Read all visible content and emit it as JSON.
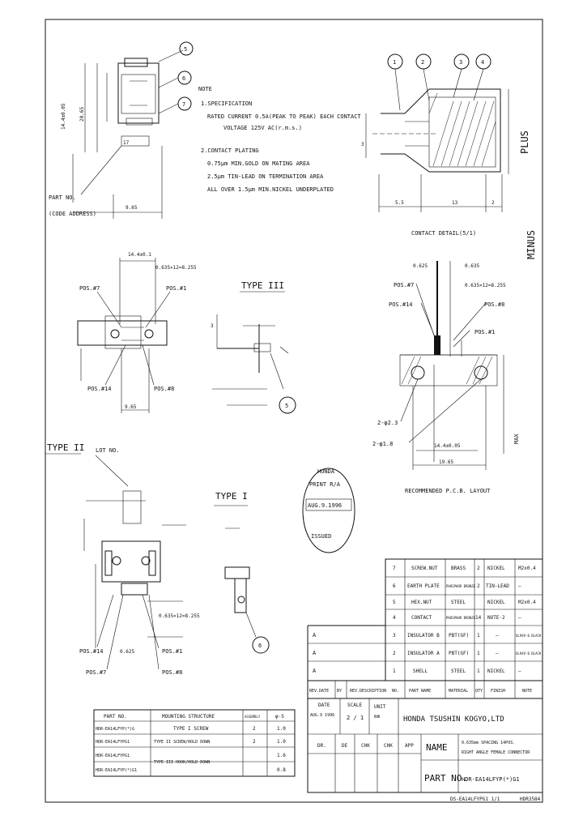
{
  "drawing": {
    "note": {
      "title": "NOTE",
      "lines": [
        "1.SPECIFICATION",
        "RATED CURRENT 0.5A(PEAK TO PEAK) EACH CONTACT",
        "VOLTAGE 125V AC(r.m.s.)",
        "2.CONTACT PLATING",
        "0.75μm MIN.GOLD ON MATING AREA",
        "2.5μm TIN-LEAD ON TERMINATION AREA",
        "ALL OVER 1.5μm MIN.NICKEL UNDERPLATED"
      ]
    },
    "part_no_callout": [
      "PART NO.",
      "(CODE ADDRESS)"
    ],
    "lot_no": "LOT NO.",
    "type_labels": [
      "TYPE III",
      "TYPE II",
      "TYPE I"
    ],
    "contact_detail": "CONTACT DETAIL(5/1)",
    "pcb_layout": "RECOMMENDED P.C.B. LAYOUT",
    "plus": "PLUS",
    "minus": "MINUS",
    "max": "MAX",
    "balloons": [
      "1",
      "2",
      "3",
      "4",
      "5",
      "6",
      "7"
    ],
    "pos_labels": [
      "POS.#7",
      "POS.#1",
      "POS.#14",
      "POS.#8"
    ],
    "pos_labels_pcb": [
      "POS.#7",
      "POS.#14",
      "POS.#8",
      "POS.#1"
    ],
    "holes": [
      "2-φ2.3",
      "2-φ1.8"
    ],
    "dims": {
      "d_3": "3",
      "d_5_5": "5.5",
      "d_13": "13",
      "d_2": "2",
      "d_0625": "0.625",
      "d_0635": "0.635",
      "d_formula": "0.635×12=8.255",
      "d_14a": "14.4±0.1",
      "d_14b": "14.4±0.05",
      "d_pitch": "0.635×12=8.255",
      "d_19": "19.65",
      "d_20": "20.65",
      "d_9_6": "9.65",
      "d_17": "17"
    },
    "stamp": {
      "line1": "HONDA",
      "line2": "PRINT R/A",
      "date": "AUG.9.1996",
      "issued": "ISSUED"
    }
  },
  "bom": {
    "rows": [
      {
        "no": "7",
        "name": "SCREW.NUT",
        "material": "BRASS",
        "qty": "2",
        "finish": "NICKEL",
        "note": "M2x0.4"
      },
      {
        "no": "6",
        "name": "EARTH PLATE",
        "material": "PHOSPHOR BRONZE",
        "qty": "2",
        "finish": "TIN-LEAD",
        "note": "—"
      },
      {
        "no": "5",
        "name": "HEX.NUT",
        "material": "STEEL",
        "qty": "",
        "finish": "NICKEL",
        "note": "M2x0.4"
      },
      {
        "no": "4",
        "name": "CONTACT",
        "material": "PHOSPHOR BRONZE",
        "qty": "14",
        "finish": "NOTE·2",
        "note": "—"
      },
      {
        "no": "3",
        "name": "INSULATOR B",
        "material": "PBT(GF)",
        "qty": "1",
        "finish": "—",
        "note": "UL94V-0 BLACK"
      },
      {
        "no": "2",
        "name": "INSULATOR A",
        "material": "PBT(GF)",
        "qty": "1",
        "finish": "—",
        "note": "UL94V-0 BLACK"
      },
      {
        "no": "1",
        "name": "SHELL",
        "material": "STEEL",
        "qty": "1",
        "finish": "NICKEL",
        "note": "—"
      }
    ],
    "headers": [
      "REV.DATE",
      "BY",
      "REV.DESCRIPTION",
      "NO.",
      "PART NAME",
      "MATERIAL",
      "QTY",
      "FINISH",
      "NOTE"
    ],
    "rev_marks": [
      "A",
      "A",
      "A"
    ]
  },
  "title_block": {
    "date_label": "DATE",
    "date": "AUG.9 1996",
    "scale_label": "SCALE",
    "scale": "2 / 1",
    "unit_label": "UNIT",
    "unit": "mm",
    "company": "HONDA TSUSHIN KOGYO,LTD",
    "roles": [
      "DR.",
      "DE",
      "CHK",
      "CHK",
      "APP"
    ],
    "name_label": "NAME",
    "name_line1": "0.635mm SPACING 14POS.",
    "name_line2": "RIGHT ANGLE FEMALE CONNECTOR",
    "partno_label": "PART NO.",
    "partno": "HDR-EA14LFYP(*)G1"
  },
  "parts_table": {
    "headers": [
      "PART NO.",
      "MOUNTING STRUCTURE",
      "ASSEMBLY",
      "φ·S"
    ],
    "rows": [
      {
        "part": "HDR-EA14LFYP(*)G",
        "mount": "TYPE I SCREW",
        "qty": "2",
        "val": "1.0"
      },
      {
        "part": "HDR-EA14LFYPG1",
        "mount": "TYPE II SCREW/HOLD DOWN",
        "qty": "2",
        "val": "1.0"
      },
      {
        "part": "HDR-EA14LFYPG1",
        "mount": "TYPE III HOOK/HOLD DOWN",
        "qty": "",
        "val": "1.6"
      },
      {
        "part": "HDR-EA14LFYP(*)G1",
        "mount": "",
        "qty": "",
        "val": "0.8"
      }
    ]
  },
  "footer": {
    "doc": "DS-EA14LFYPG1 1/1",
    "code": "HDR3584"
  }
}
